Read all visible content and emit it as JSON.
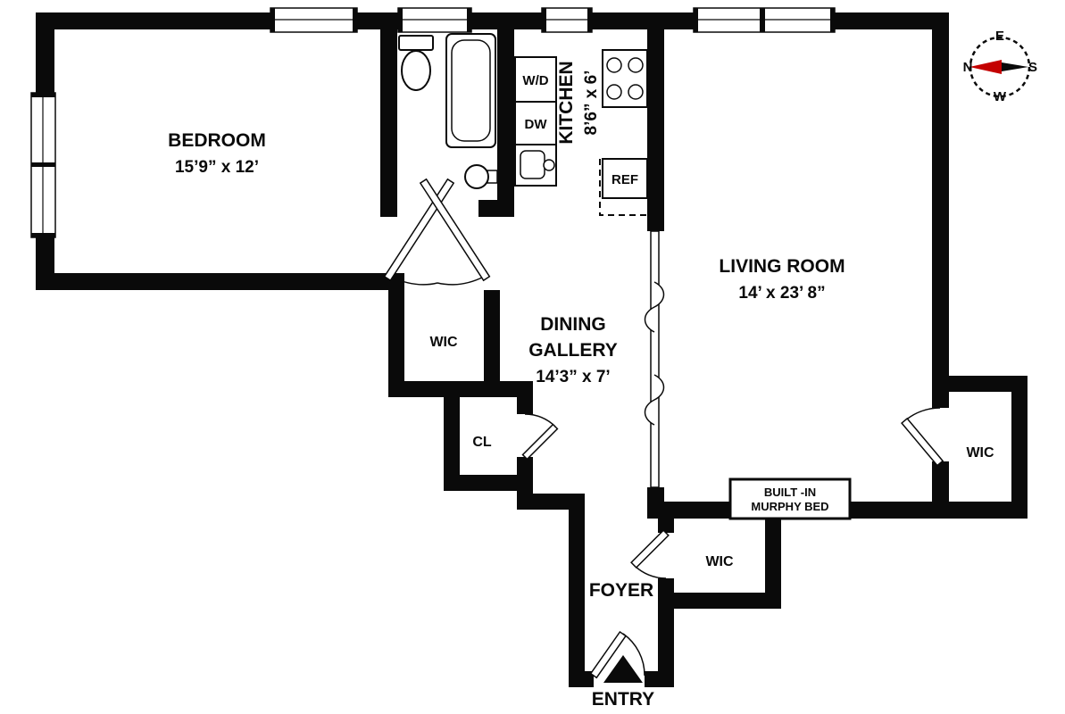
{
  "rooms": {
    "bedroom": {
      "name": "BEDROOM",
      "dims": "15’9” x 12’"
    },
    "kitchen": {
      "name": "KITCHEN",
      "dims": "8’6” x 6’"
    },
    "living_room": {
      "name": "LIVING ROOM",
      "dims": "14’ x 23’ 8”"
    },
    "dining_gallery": {
      "name_line1": "DINING",
      "name_line2": "GALLERY",
      "dims": "14’3” x 7’"
    },
    "wic_hall": {
      "name": "WIC"
    },
    "wic_living": {
      "name": "WIC"
    },
    "wic_foyer": {
      "name": "WIC"
    },
    "closet": {
      "name": "CL"
    },
    "foyer": {
      "name": "FOYER"
    },
    "entry": {
      "name": "ENTRY"
    },
    "murphy_bed": {
      "line1": "BUILT -IN",
      "line2": "MURPHY BED"
    }
  },
  "appliances": {
    "washer_dryer": "W/D",
    "dishwasher": "DW",
    "refrigerator": "REF"
  },
  "compass": {
    "north": "N",
    "east": "E",
    "south": "S",
    "west": "W",
    "needle_color": "#c40000"
  },
  "colors": {
    "wall": "#0a0a0a",
    "background": "#ffffff"
  }
}
